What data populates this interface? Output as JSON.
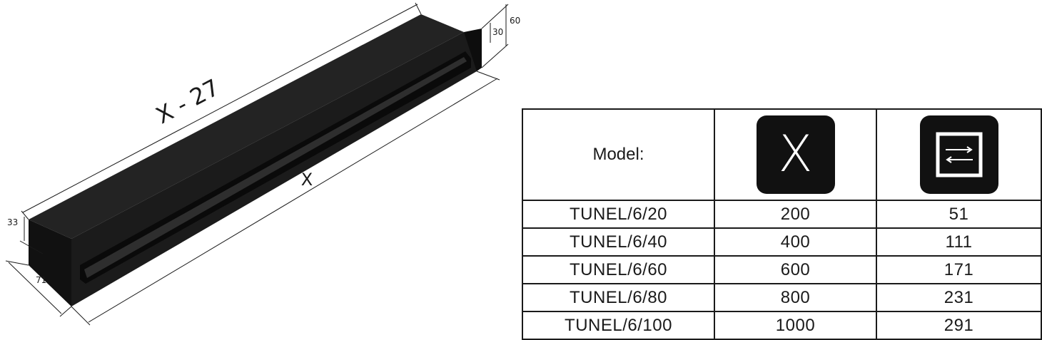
{
  "drawing": {
    "dim_overall_length": "X - 27",
    "dim_length": "X",
    "dim_height_outer": "60",
    "dim_height_inner": "30",
    "dim_front_height": "33",
    "dim_depth": "71"
  },
  "table": {
    "header": {
      "model_label": "Model:",
      "col2_icon": "x-dimension-icon",
      "col2_icon_text": "X",
      "col3_icon": "airflow-area-icon"
    },
    "rows": [
      {
        "model": "TUNEL/6/20",
        "x": "200",
        "area": "51"
      },
      {
        "model": "TUNEL/6/40",
        "x": "400",
        "area": "111"
      },
      {
        "model": "TUNEL/6/60",
        "x": "600",
        "area": "171"
      },
      {
        "model": "TUNEL/6/80",
        "x": "800",
        "area": "231"
      },
      {
        "model": "TUNEL/6/100",
        "x": "1000",
        "area": "291"
      }
    ]
  },
  "colors": {
    "product": "#1e1e1e",
    "border": "#1a1a1a",
    "icon_bg": "#111111"
  }
}
